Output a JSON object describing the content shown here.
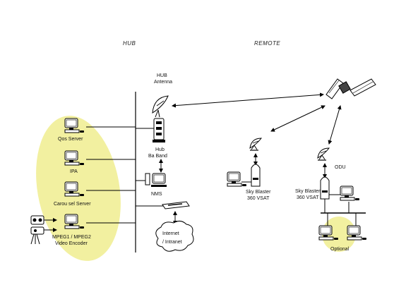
{
  "sections": {
    "hub": "HUB",
    "remote": "REMOTE"
  },
  "labels": {
    "hub_antenna_1": "HUB",
    "hub_antenna_2": "Antenna",
    "qos_server": "Qos Server",
    "ipa": "IPA",
    "carousel_server": "Carou sel Server",
    "encoder_1": "MPEG1 / MPEG2",
    "encoder_2": "Video Encoder",
    "hub_baseband_1": "Hub",
    "hub_baseband_2": "Ba  Band",
    "nms": "NMS",
    "internet_1": "Internet",
    "internet_2": "/ Intranet",
    "sky_blaster_1_a": "Sky Blaster",
    "sky_blaster_1_b": "360 VSAT",
    "odu": "ODU",
    "sky_blaster_2_a": "Sky Blaster",
    "sky_blaster_2_b": "360 VSAT",
    "optional": "Optional"
  },
  "icons": {
    "highlight": "#f2f0a0",
    "line": "#000000"
  }
}
